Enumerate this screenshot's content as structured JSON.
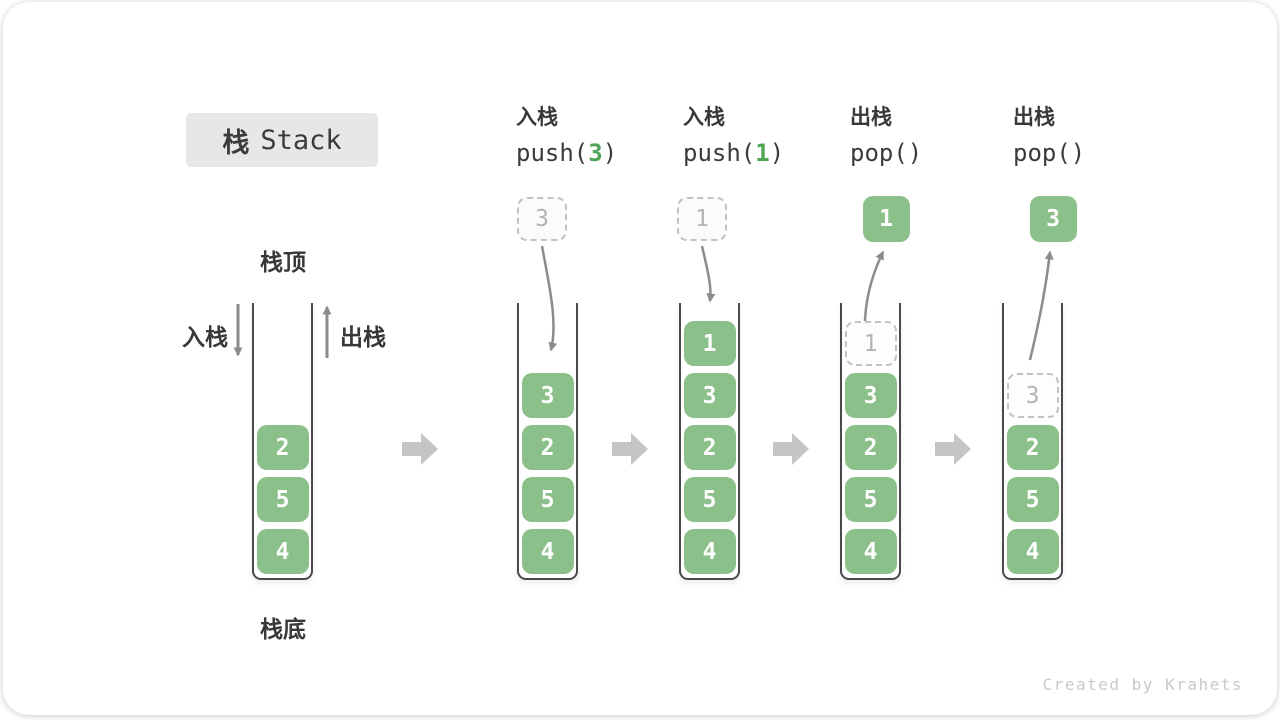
{
  "title": {
    "cjk": "栈",
    "en": "Stack"
  },
  "legend": {
    "stack_top": "栈顶",
    "stack_bottom": "栈底",
    "push": "入栈",
    "pop": "出栈"
  },
  "watermark": "Created by Krahets",
  "colors": {
    "block_green": "#8cc08a",
    "code_green": "#4fa556",
    "text_dark": "#3b3b3b",
    "arrow_gray": "#8c8c8c",
    "step_arrow_gray": "#c5c5c5",
    "dashed_border": "#c2c2c2",
    "ghost_text": "#b4b4b4",
    "title_bg": "#e7e7e7"
  },
  "columns": [
    {
      "blocks": [
        {
          "v": "2"
        },
        {
          "v": "5"
        },
        {
          "v": "4"
        }
      ]
    },
    {
      "op": {
        "cn": "入栈",
        "pre": "push(",
        "arg": "3",
        "post": ")"
      },
      "float": {
        "kind": "dashed",
        "v": "3"
      },
      "blocks": [
        {
          "v": "3"
        },
        {
          "v": "2"
        },
        {
          "v": "5"
        },
        {
          "v": "4"
        }
      ]
    },
    {
      "op": {
        "cn": "入栈",
        "pre": "push(",
        "arg": "1",
        "post": ")"
      },
      "float": {
        "kind": "dashed",
        "v": "1"
      },
      "blocks": [
        {
          "v": "1"
        },
        {
          "v": "3"
        },
        {
          "v": "2"
        },
        {
          "v": "5"
        },
        {
          "v": "4"
        }
      ]
    },
    {
      "op": {
        "cn": "出栈",
        "pre": "pop()",
        "arg": "",
        "post": ""
      },
      "float": {
        "kind": "solid",
        "v": "1"
      },
      "blocks": [
        {
          "v": "1",
          "ghost": true
        },
        {
          "v": "3"
        },
        {
          "v": "2"
        },
        {
          "v": "5"
        },
        {
          "v": "4"
        }
      ]
    },
    {
      "op": {
        "cn": "出栈",
        "pre": "pop()",
        "arg": "",
        "post": ""
      },
      "float": {
        "kind": "solid",
        "v": "3"
      },
      "blocks": [
        {
          "v": "3",
          "ghost": true
        },
        {
          "v": "2"
        },
        {
          "v": "5"
        },
        {
          "v": "4"
        }
      ]
    }
  ]
}
